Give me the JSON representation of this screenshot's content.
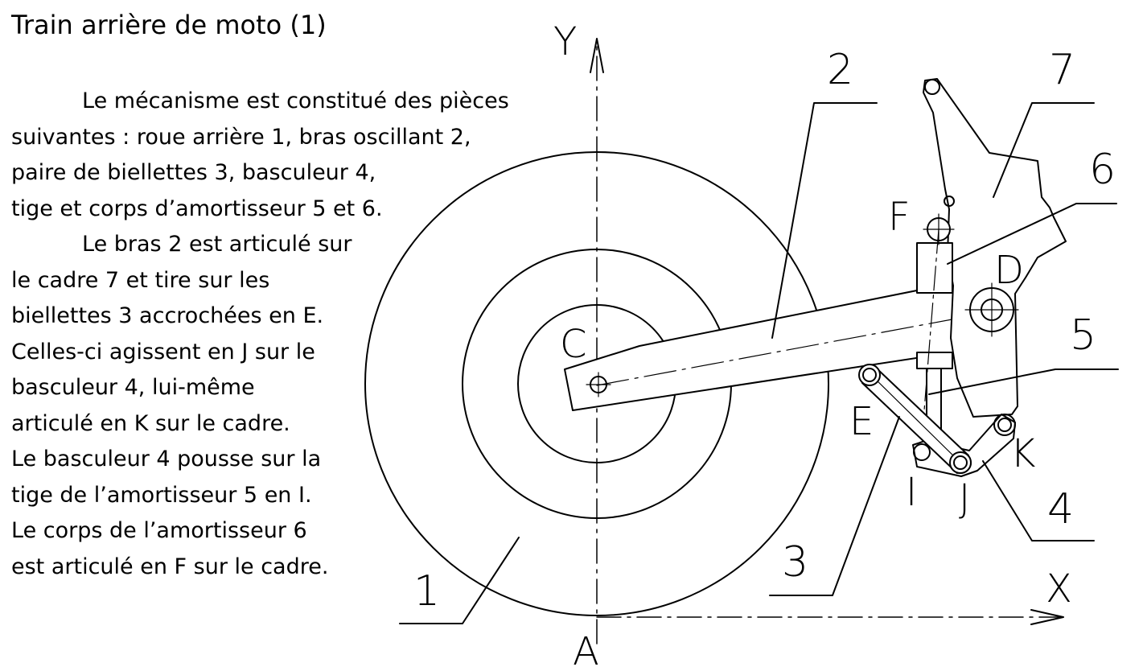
{
  "title": "Train arrière de moto (1)",
  "description": [
    "Le mécanisme est constitué des pièces",
    "suivantes : roue arrière 1, bras oscillant 2,",
    "paire de biellettes 3, basculeur 4,",
    "tige et corps d’amortisseur 5 et 6.",
    "Le bras 2 est articulé sur",
    "le cadre 7 et tire sur les",
    "biellettes 3 accrochées en E.",
    "Celles-ci agissent en J sur le",
    "basculeur 4, lui-même",
    "articulé en K sur le cadre.",
    "Le basculeur 4 pousse sur la",
    "tige de l’amortisseur 5 en I.",
    "Le corps de l’amortisseur 6",
    "est articulé en F sur le cadre."
  ],
  "axes": {
    "x": "X",
    "y": "Y"
  },
  "points": {
    "A": "A",
    "C": "C",
    "D": "D",
    "E": "E",
    "F": "F",
    "I": "I",
    "J": "J",
    "K": "K"
  },
  "parts": [
    "1",
    "2",
    "3",
    "4",
    "5",
    "6",
    "7"
  ]
}
